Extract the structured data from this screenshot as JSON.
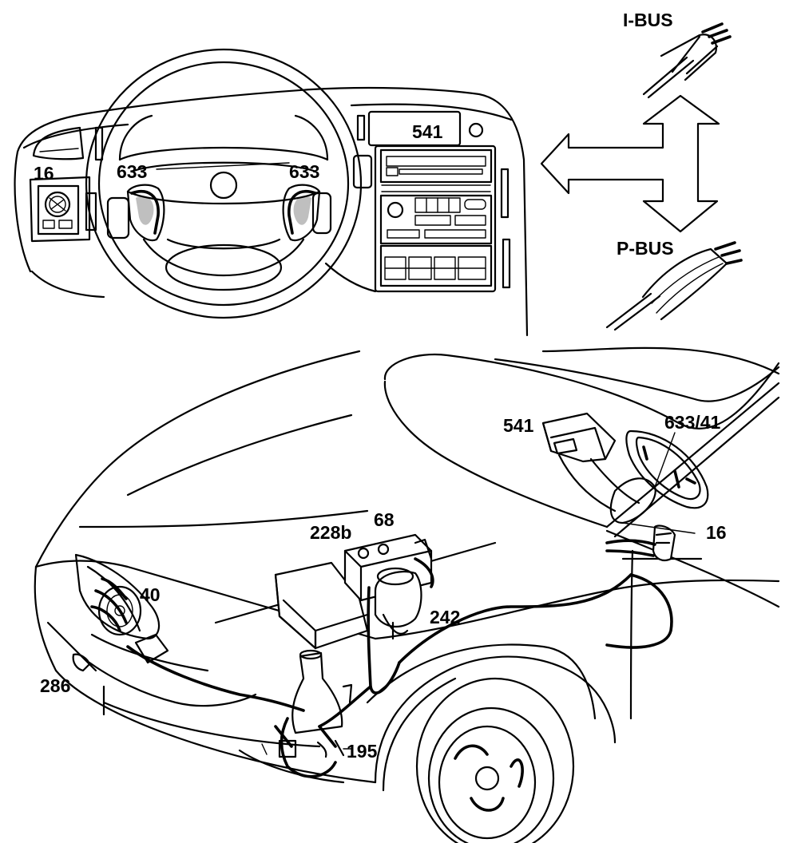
{
  "labels": {
    "i_bus": "I-BUS",
    "p_bus": "P-BUS",
    "radio_dash": "541",
    "radio_unit": "541",
    "fuse_16_dash": "16",
    "fuse_16_side": "16",
    "wheel_switch_left": "633",
    "wheel_switch_right": "633",
    "clockspring": "633/41",
    "relay_228b": "228b",
    "battery_68": "68",
    "reservoir_242": "242",
    "horn_40": "40",
    "sensor_286": "286",
    "lamp_195": "195"
  }
}
